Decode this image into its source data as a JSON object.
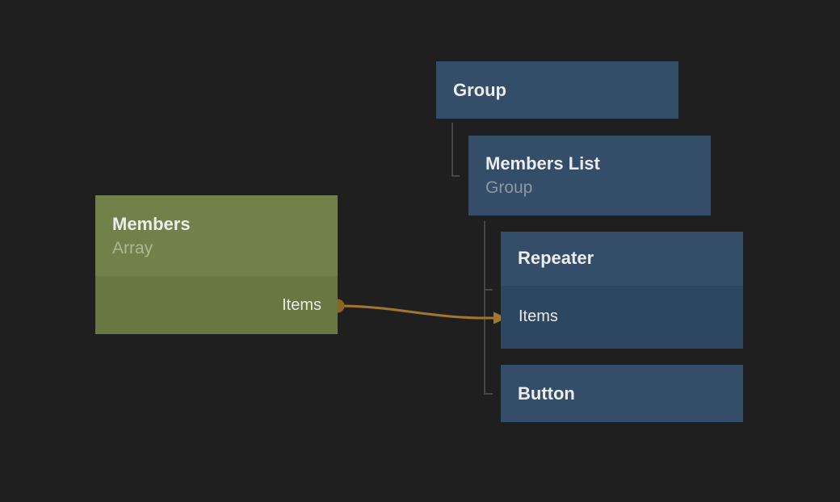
{
  "colors": {
    "background": "#1f1f1f",
    "node_blue": "#344d68",
    "node_blue_ports": "#2e4760",
    "node_green": "#72814a",
    "node_green_ports": "#697843",
    "tree_line": "#474747",
    "title_text": "#ececec",
    "subtitle_text": "rgba(255,255,255,0.42)"
  },
  "nodes": {
    "group": {
      "title": "Group"
    },
    "members_list": {
      "title": "Members List",
      "subtitle": "Group"
    },
    "repeater": {
      "title": "Repeater",
      "ports": {
        "items": "Items"
      }
    },
    "button": {
      "title": "Button"
    },
    "members": {
      "title": "Members",
      "subtitle": "Array",
      "ports": {
        "items": "Items"
      }
    }
  },
  "connection": {
    "from_node": "Members",
    "from_port": "Items",
    "to_node": "Repeater",
    "to_port": "Items",
    "color": "#a2762c",
    "dot_color": "#8c6526"
  }
}
